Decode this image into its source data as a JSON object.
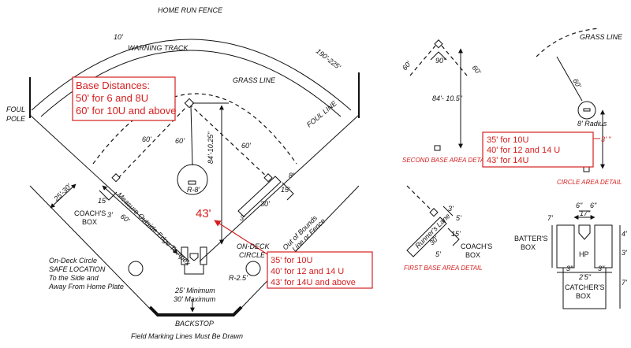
{
  "colors": {
    "ink": "#111111",
    "accent_red": "#d62020",
    "background": "#ffffff"
  },
  "field": {
    "home_run_fence": "HOME RUN FENCE",
    "warning_track_width": "10'",
    "warning_track": "WARNING TRACK",
    "fence_distance": "190'-225'",
    "grass_line": "GRASS LINE",
    "foul_pole": [
      "FOUL",
      "POLE"
    ],
    "foul_line": "FOUL LINE",
    "pitch_circle_radius": "60'",
    "baseline_left": "60'",
    "baseline_right": "60'",
    "home_to_second": "84'-10.25\"",
    "rubber_radius": "R-8'",
    "coach_box_offset": "25'-30'",
    "measure_note": "Measure Outside Edge To Apex",
    "third_base_line_distance": "60'",
    "coachs_box": [
      "COACH'S",
      "BOX"
    ],
    "coach_box_dim_a": "15'",
    "coach_box_dim_b": "3'",
    "runner_lane_length": "30'",
    "runner_lane_width": "3'",
    "first_base_box_a": "15'",
    "first_base_box_b": "8'",
    "red_distance": "43'",
    "on_deck_circle": [
      "ON-DECK",
      "CIRCLE"
    ],
    "on_deck_radius": "R-2.5'",
    "out_of_bounds": [
      "Out of Bounds",
      "Line or Fence"
    ],
    "safe_location": [
      "On-Deck Circle",
      "SAFE LOCATION",
      "To the Side and",
      "Away From Home Plate"
    ],
    "backstop_distance": [
      "25' Minimum",
      "30' Maximum"
    ],
    "backstop": "BACKSTOP",
    "footer": "Field Marking Lines Must Be Drawn"
  },
  "base_distances": {
    "title": "Base Distances:",
    "lines": [
      "50' for 6 and 8U",
      "60' for 10U and above"
    ]
  },
  "pitch_distances": {
    "lines": [
      "35' for 10U",
      "40' for 12 and 14 U",
      "43' for 14U and above"
    ]
  },
  "second_base_detail": {
    "left_dim": "60'",
    "angle": "90°",
    "right_dim": "60'",
    "center_dim": "84'- 10.5\"",
    "caption": "SECOND BASE AREA DETAIL"
  },
  "circle_detail": {
    "grass_line": "GRASS LINE",
    "radius_dim": "60'",
    "circle_radius": "8' Radius",
    "lines": [
      "35' for 10U",
      "40' for 12 and 14 U",
      "43' for 14U"
    ],
    "dim_marker": "3' \"",
    "caption": "CIRCLE AREA DETAIL"
  },
  "first_base_detail": {
    "runners_lane": "Runner's Lane",
    "lane_length": "30'",
    "dim_a": "3'",
    "dim_b": "5'",
    "dim_c": "15'",
    "dim_d": "5'",
    "coachs_box": [
      "COACH'S",
      "BOX"
    ],
    "caption": "FIRST BASE AREA DETAIL"
  },
  "batters_box_detail": {
    "dim_left": "6\"",
    "dim_right": "6\"",
    "plate_width": "17\"",
    "batters_box": [
      "BATTER'S",
      "BOX"
    ],
    "home_plate": "HP",
    "box_gap_left": "3\"",
    "box_gap_right": "3\"",
    "box_gap_center": "2'5\"",
    "height_top": "7'",
    "height_mid": "4'",
    "height_side": "3'",
    "catchers_box": [
      "CATCHER'S",
      "BOX"
    ],
    "catcher_depth": "7'"
  }
}
